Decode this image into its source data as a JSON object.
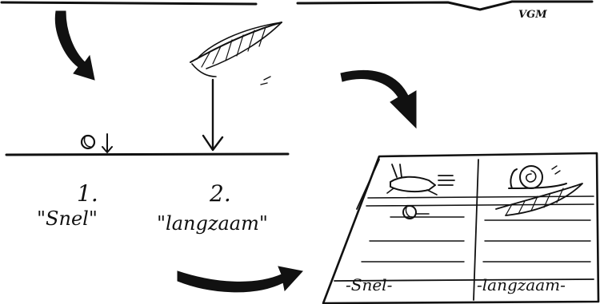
{
  "signature": "VGM",
  "steps": [
    {
      "number": "1.",
      "label": "\"Snel\""
    },
    {
      "number": "2.",
      "label": "\"langzaam\""
    }
  ],
  "sheet": {
    "left_caption": "-Snel-",
    "right_caption": "-langzaam-"
  }
}
